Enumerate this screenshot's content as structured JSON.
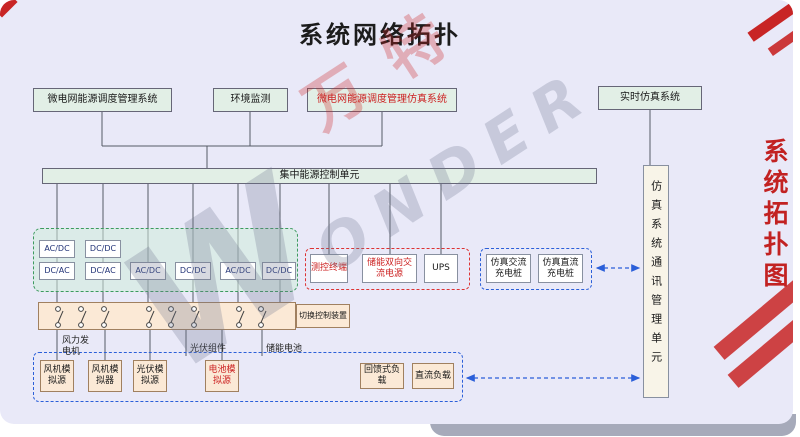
{
  "title": "系统网络拓扑",
  "top_row": {
    "ems": "微电网能源调度管理系统",
    "env": "环境监测",
    "sim_ems": "微电网能源调度管理仿真系统",
    "rt_sim": "实时仿真系统"
  },
  "bus_label": "集中能源控制单元",
  "converters": {
    "row1": [
      "AC/DC",
      "DC/DC"
    ],
    "row2": [
      "DC/AC",
      "DC/AC",
      "AC/DC",
      "DC/DC",
      "AC/DC",
      "DC/DC"
    ]
  },
  "measure_group": {
    "terminal": "测控终端",
    "storage_ac": "储能双向交流电源",
    "ups": "UPS"
  },
  "charging_group": {
    "ac_pile": "仿真交流充电桩",
    "dc_pile": "仿真直流充电桩"
  },
  "switch_label": "切换控制装置",
  "field_labels": {
    "wind": "风力发电机",
    "pv": "光伏组件",
    "battery": "储能电池"
  },
  "sim_sources": [
    "风机模拟源",
    "风机模拟器",
    "光伏模拟源",
    "电池模拟源"
  ],
  "loads": [
    "回馈式负载",
    "直流负载"
  ],
  "comm_unit": "仿真系统通讯管理单元",
  "side_caption": "系统拓扑图",
  "watermark": {
    "en_initial": "W",
    "en_rest": "ONDER",
    "cn": "万特"
  },
  "colors": {
    "canvas_bg": "#e9e9f8",
    "green_box": "#e2efe6",
    "peach_box": "#fbe9d6",
    "accent_red": "#cc2222",
    "accent_blue": "#2b5fd9",
    "accent_green": "#3d9a5f"
  }
}
